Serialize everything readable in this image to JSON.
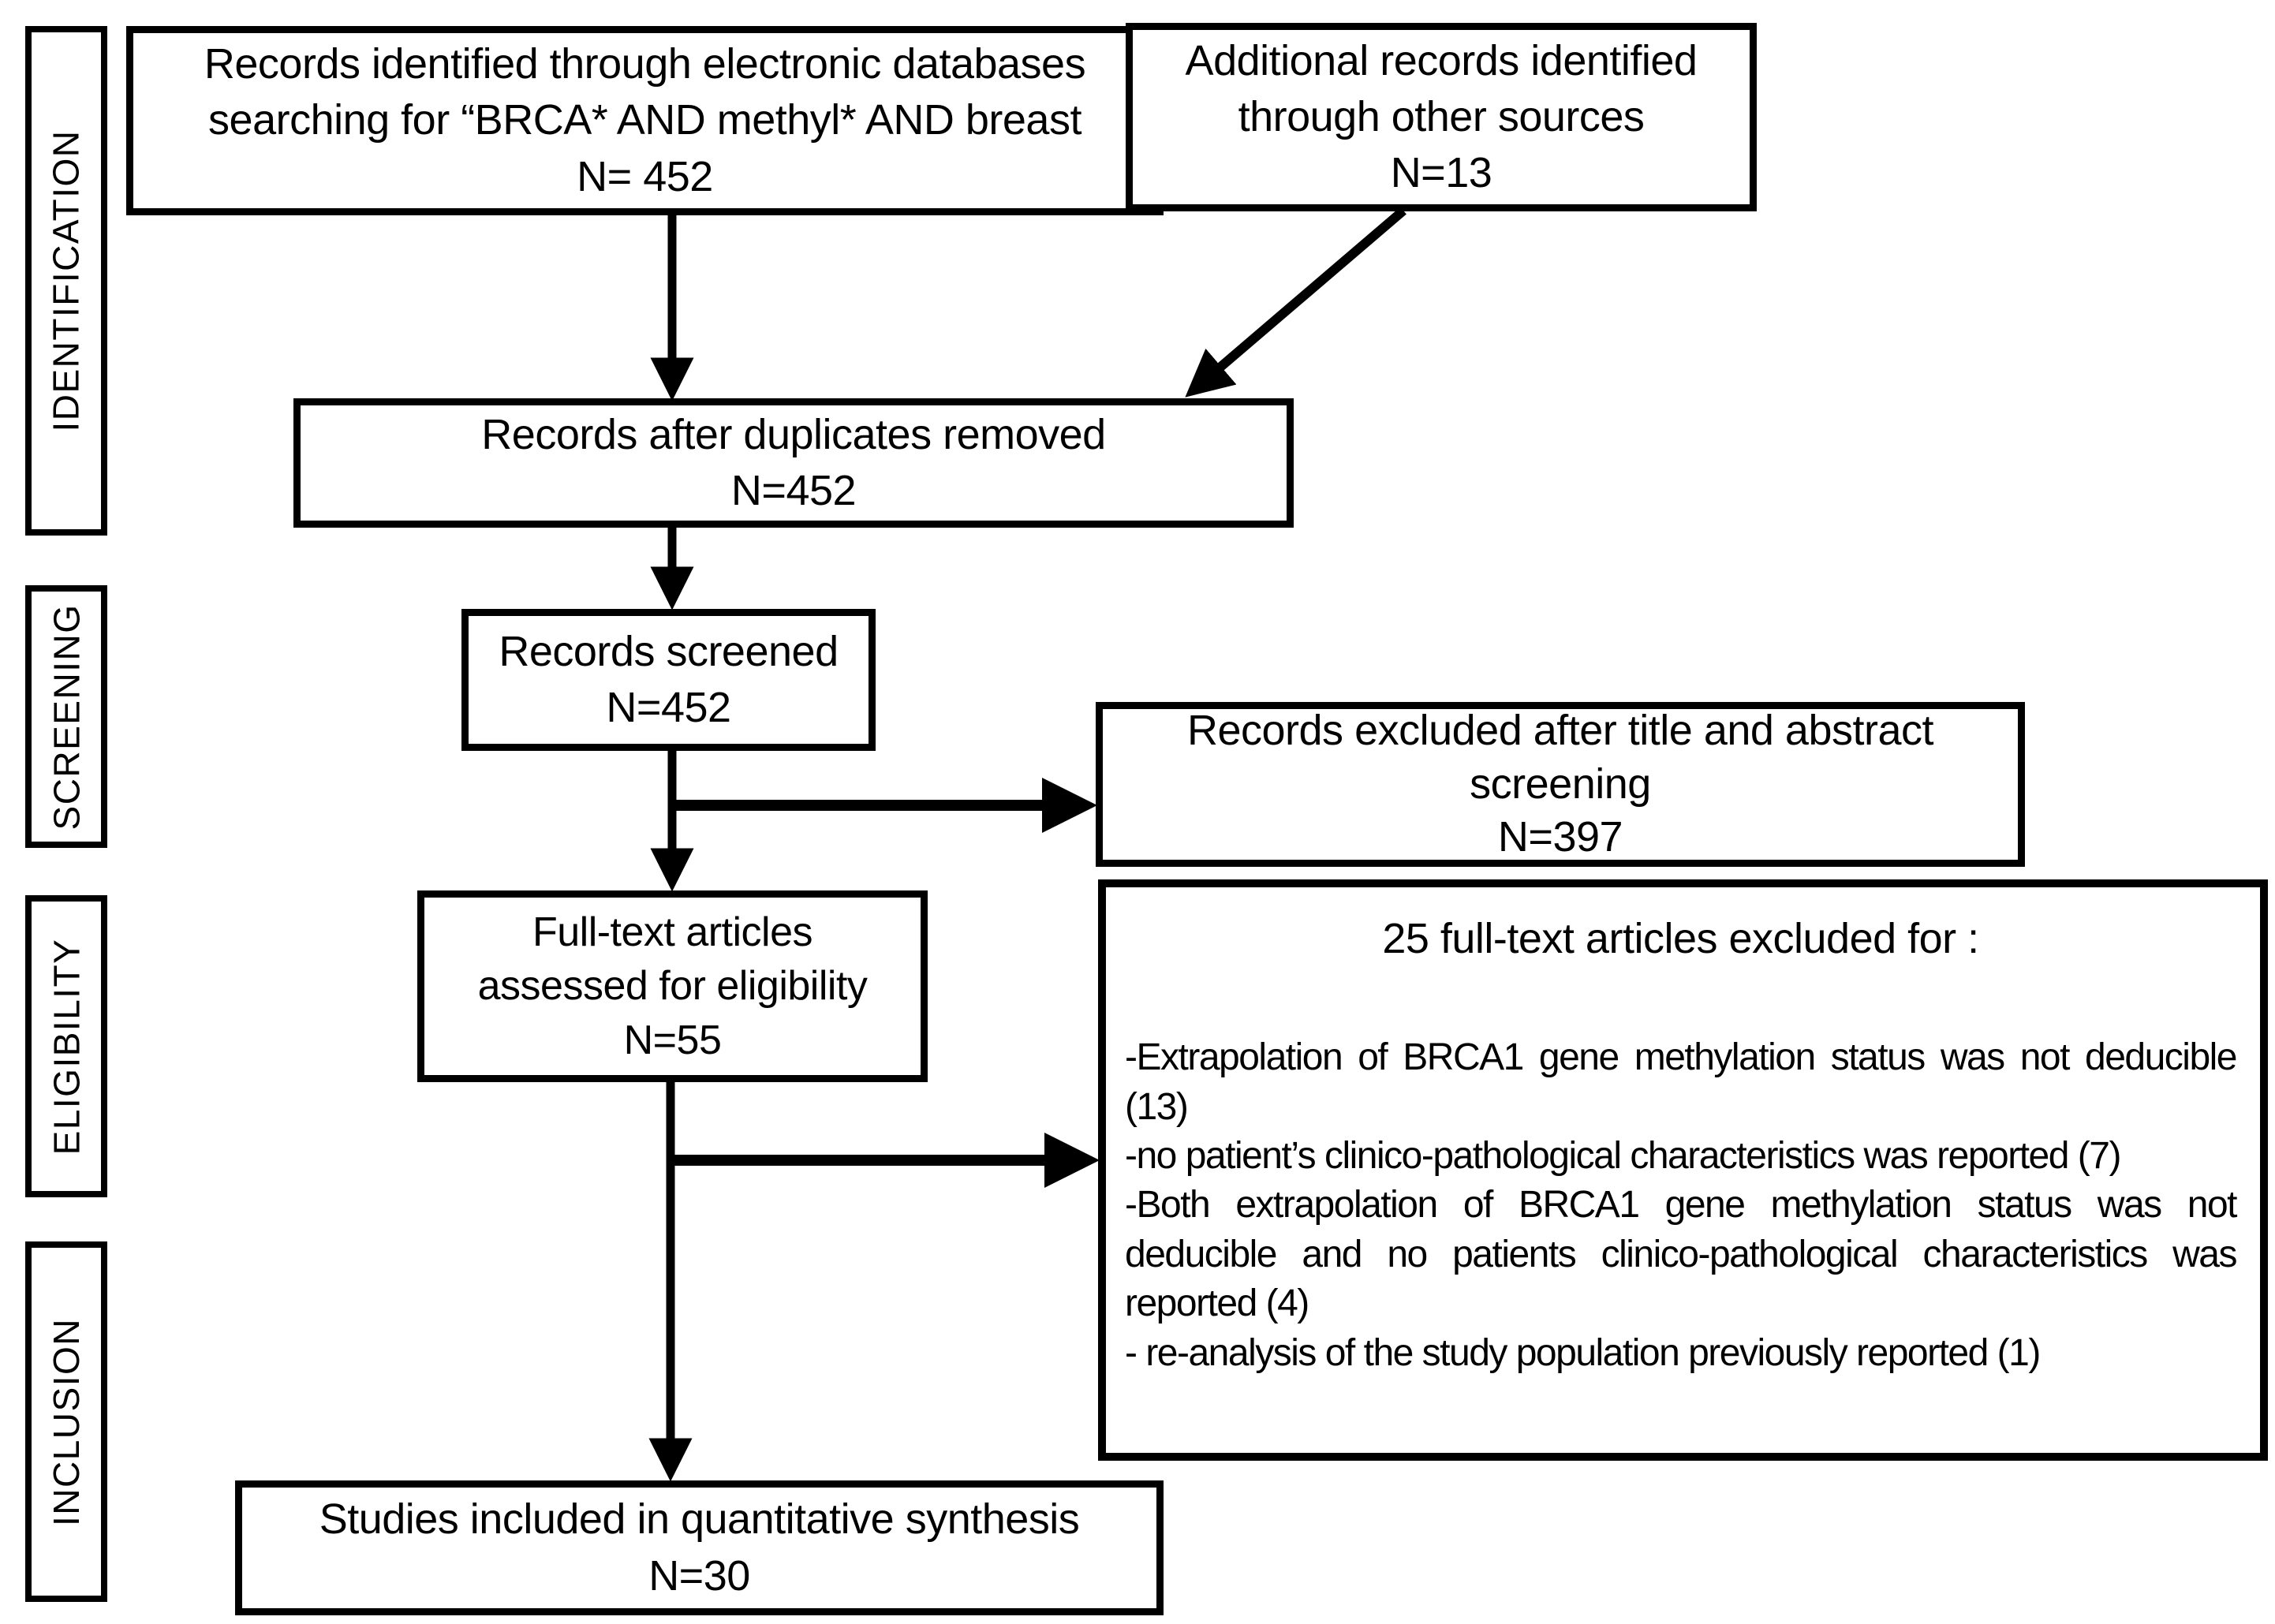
{
  "figure": {
    "kind": "prisma-flow-diagram"
  },
  "sidebar": {
    "stages": [
      {
        "label": "IDENTIFICATION"
      },
      {
        "label": "SCREENING"
      },
      {
        "label": "ELIGIBILITY"
      },
      {
        "label": "INCLUSION"
      }
    ]
  },
  "flow": {
    "identified": {
      "line1": "Records identified through electronic databases",
      "line2": "searching for “BRCA* AND methyl* AND breast",
      "count": "N= 452"
    },
    "additional": {
      "line1": "Additional records identified",
      "line2": "through other sources",
      "count": "N=13"
    },
    "deduplicated": {
      "line1": "Records after duplicates removed",
      "count": "N=452"
    },
    "screened": {
      "line1": "Records screened",
      "count": "N=452"
    },
    "excluded_screening": {
      "line1": "Records excluded after title and abstract",
      "line2": "screening",
      "count": "N=397"
    },
    "fulltext": {
      "line1": "Full-text articles",
      "line2": "assessed for eligibility",
      "count": "N=55"
    },
    "excluded_fulltext": {
      "title": "25 full-text articles excluded for :",
      "reasons": [
        "-Extrapolation of  BRCA1 gene methylation status was not deducible (13)",
        "-no patient’s clinico-pathological characteristics was reported (7)",
        "-Both extrapolation of  BRCA1 gene methylation status was not deducible and no patients clinico-pathological characteristics was reported (4)",
        "- re-analysis of the study population previously reported (1)"
      ]
    },
    "included": {
      "line1": "Studies included in quantitative synthesis",
      "count": "N=30"
    }
  },
  "colors": {
    "line": "#000000",
    "background": "#ffffff",
    "text": "#000000"
  }
}
